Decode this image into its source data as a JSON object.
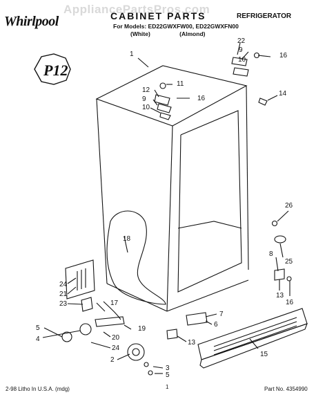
{
  "watermark": "AppliancePartsPros.com",
  "brand": "Whirlpool",
  "header": {
    "title": "CABINET PARTS",
    "appliance_type": "REFRIGERATOR",
    "models_line": "For Models: ED22GWXFW00, ED22GWXFN00",
    "variants": [
      "(White)",
      "(Almond)"
    ]
  },
  "badge": "P12",
  "callouts": [
    "1",
    "22",
    "9",
    "10",
    "16",
    "12",
    "11",
    "9",
    "16",
    "10",
    "14",
    "26",
    "18",
    "25",
    "8",
    "24",
    "21",
    "23",
    "17",
    "13",
    "16",
    "7",
    "6",
    "5",
    "19",
    "4",
    "20",
    "24",
    "13",
    "2",
    "3",
    "5",
    "15"
  ],
  "footer": {
    "left": "2-98 Litho In U.S.A. (mdg)",
    "page": "1",
    "part_no": "Part No. 4354990"
  }
}
